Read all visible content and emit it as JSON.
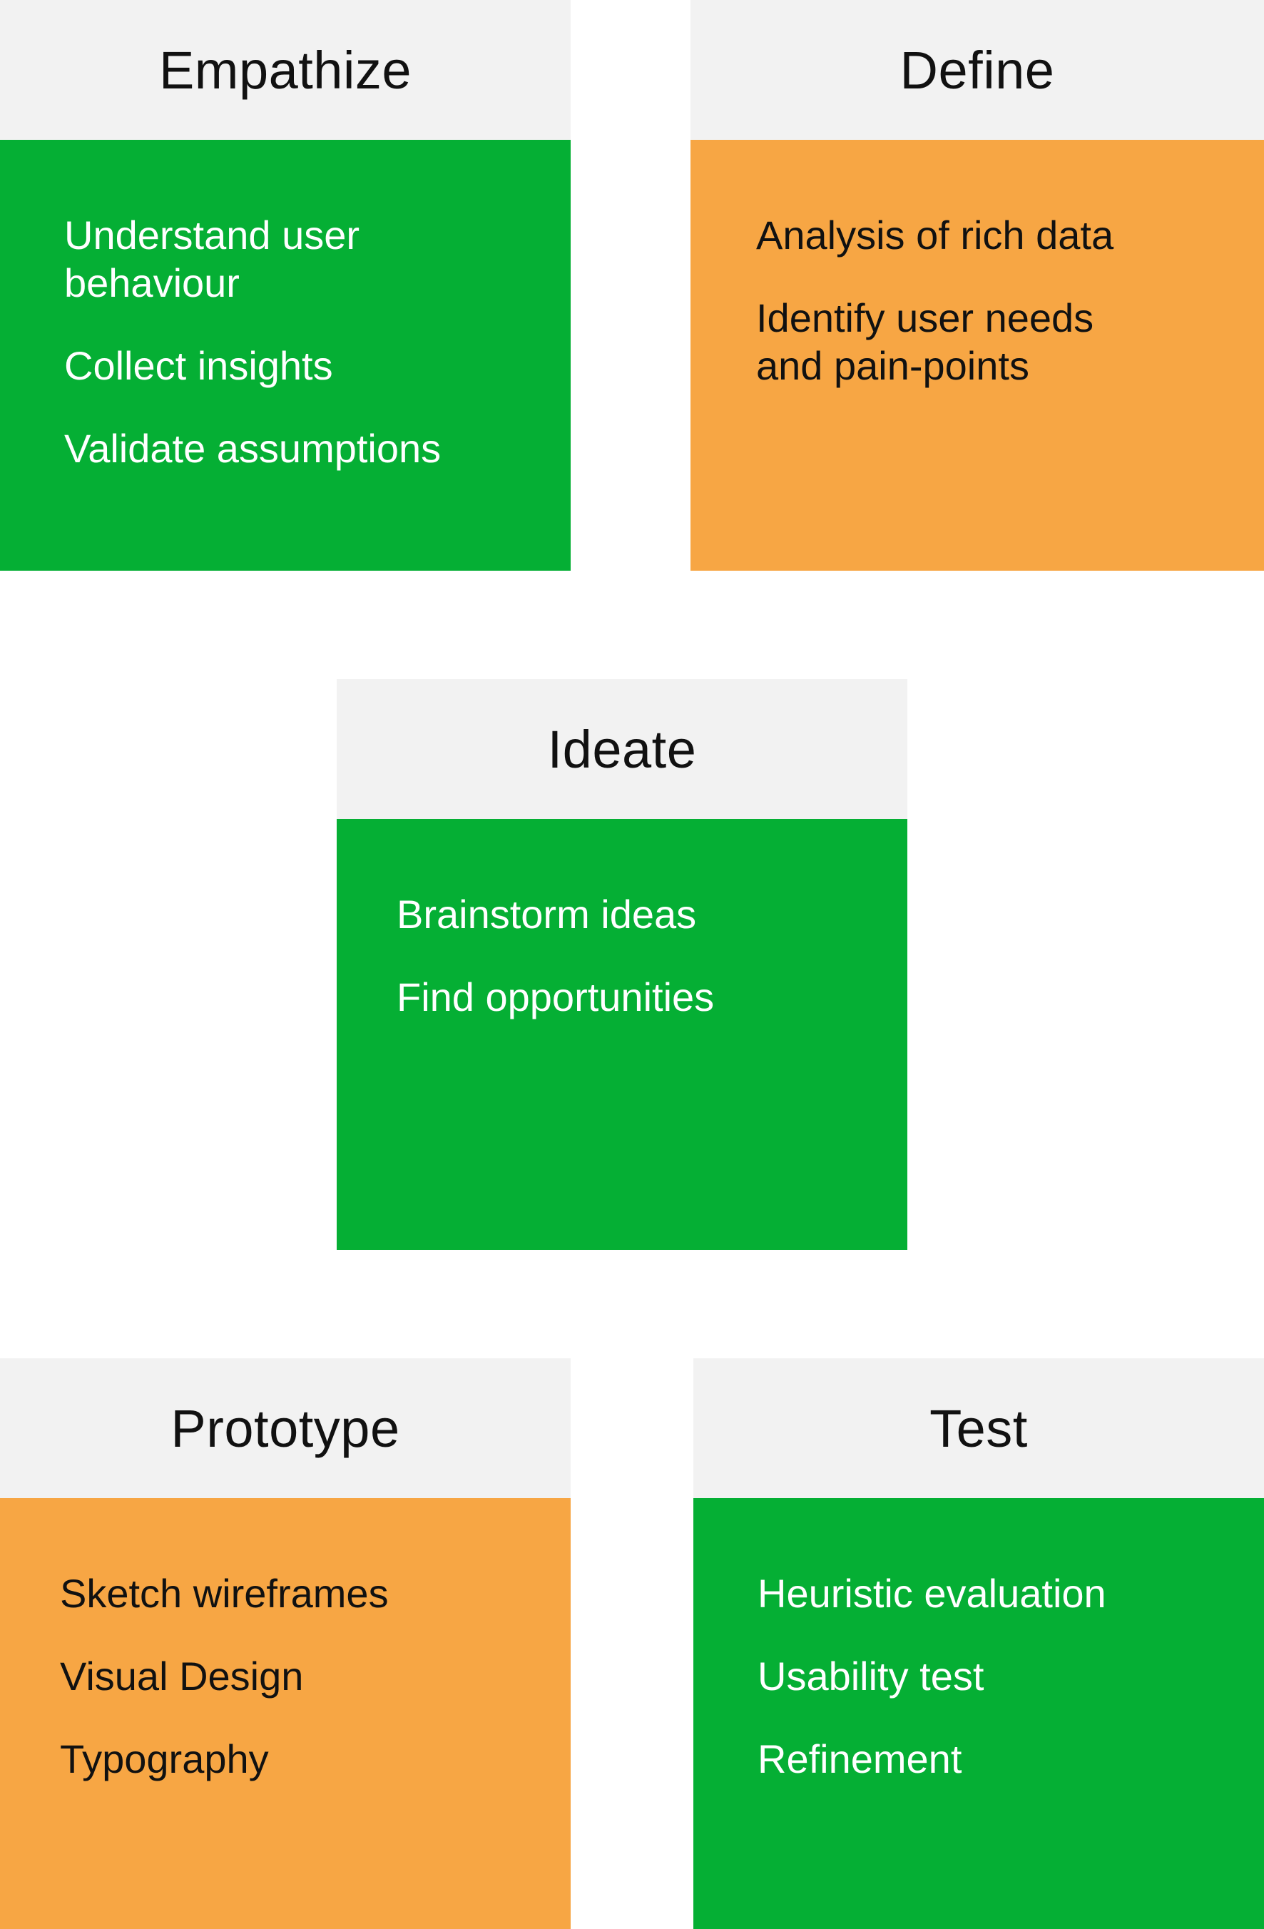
{
  "colors": {
    "header_bg": "#f2f2f2",
    "green": "#05af34",
    "orange": "#f7a644"
  },
  "stages": [
    {
      "title": "Empathize",
      "color": "green",
      "items": [
        "Understand user behaviour",
        "Collect insights",
        "Validate assumptions"
      ]
    },
    {
      "title": "Define",
      "color": "orange",
      "items": [
        "Analysis of rich data",
        "Identify user needs and pain-points"
      ]
    },
    {
      "title": "Ideate",
      "color": "green",
      "items": [
        "Brainstorm ideas",
        "Find opportunities"
      ]
    },
    {
      "title": "Prototype",
      "color": "orange",
      "items": [
        "Sketch wireframes",
        "Visual Design",
        "Typography"
      ]
    },
    {
      "title": "Test",
      "color": "green",
      "items": [
        "Heuristic evaluation",
        "Usability test",
        "Refinement"
      ]
    }
  ]
}
